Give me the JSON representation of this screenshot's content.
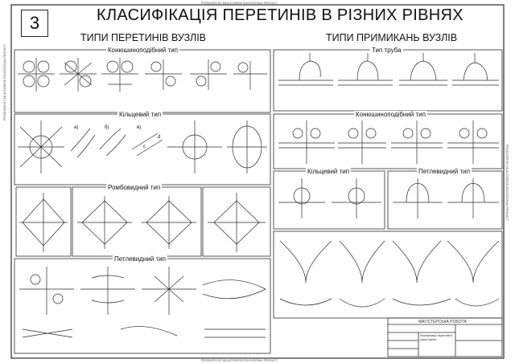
{
  "sheet_number": "3",
  "title": "КЛАСИФІКАЦІЯ ПЕРЕТИНІВ В РІЗНИХ РІВНЯХ",
  "left_heading": "ТИПИ ПЕРЕТИНІВ ВУЗЛІВ",
  "right_heading": "ТИПИ ПРИМИКАНЬ ВУЗЛІВ",
  "sections": {
    "cloverleaf_left": "Конюшиноподібний тип",
    "ring_left": "Кільцевий тип",
    "diamond": "Ромбовидний тип",
    "loop_left": "Петлевидний тип",
    "trumpet": "Тип труба",
    "cloverleaf_right": "Конюшиноподібний тип",
    "ring_right": "Кільцевий тип",
    "loop_right": "Петлевидний тип"
  },
  "ring_labels": [
    "а)",
    "б)",
    "в)",
    "с",
    "d"
  ],
  "watermark": "PRODUCED BY AN AUTODESK EDUCATIONAL PRODUCT",
  "title_block": {
    "header": "МАГІСТЕРСЬКА РОБОТА",
    "name": "Класифікація перетинів в різних рівнях"
  },
  "colors": {
    "line": "#2a2a2a",
    "border": "#333333"
  }
}
